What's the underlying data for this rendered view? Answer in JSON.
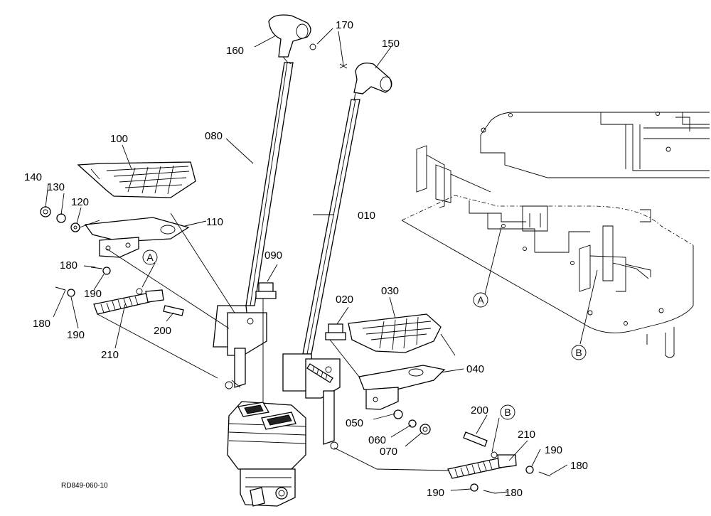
{
  "drawing_code": "RD849-060-10",
  "callouts": {
    "a_left": "A",
    "b_right": "B",
    "a_frame": "A",
    "b_frame": "B"
  },
  "parts": {
    "p010": "010",
    "p020": "020",
    "p030": "030",
    "p040": "040",
    "p050": "050",
    "p060": "060",
    "p070": "070",
    "p080": "080",
    "p090": "090",
    "p100": "100",
    "p110": "110",
    "p120": "120",
    "p130": "130",
    "p140": "140",
    "p150": "150",
    "p160": "160",
    "p170": "170",
    "p180_a": "180",
    "p180_b": "180",
    "p180_c": "180",
    "p180_d": "180",
    "p190_a": "190",
    "p190_b": "190",
    "p190_c": "190",
    "p190_d": "190",
    "p200_a": "200",
    "p200_b": "200",
    "p210_a": "210",
    "p210_b": "210"
  }
}
